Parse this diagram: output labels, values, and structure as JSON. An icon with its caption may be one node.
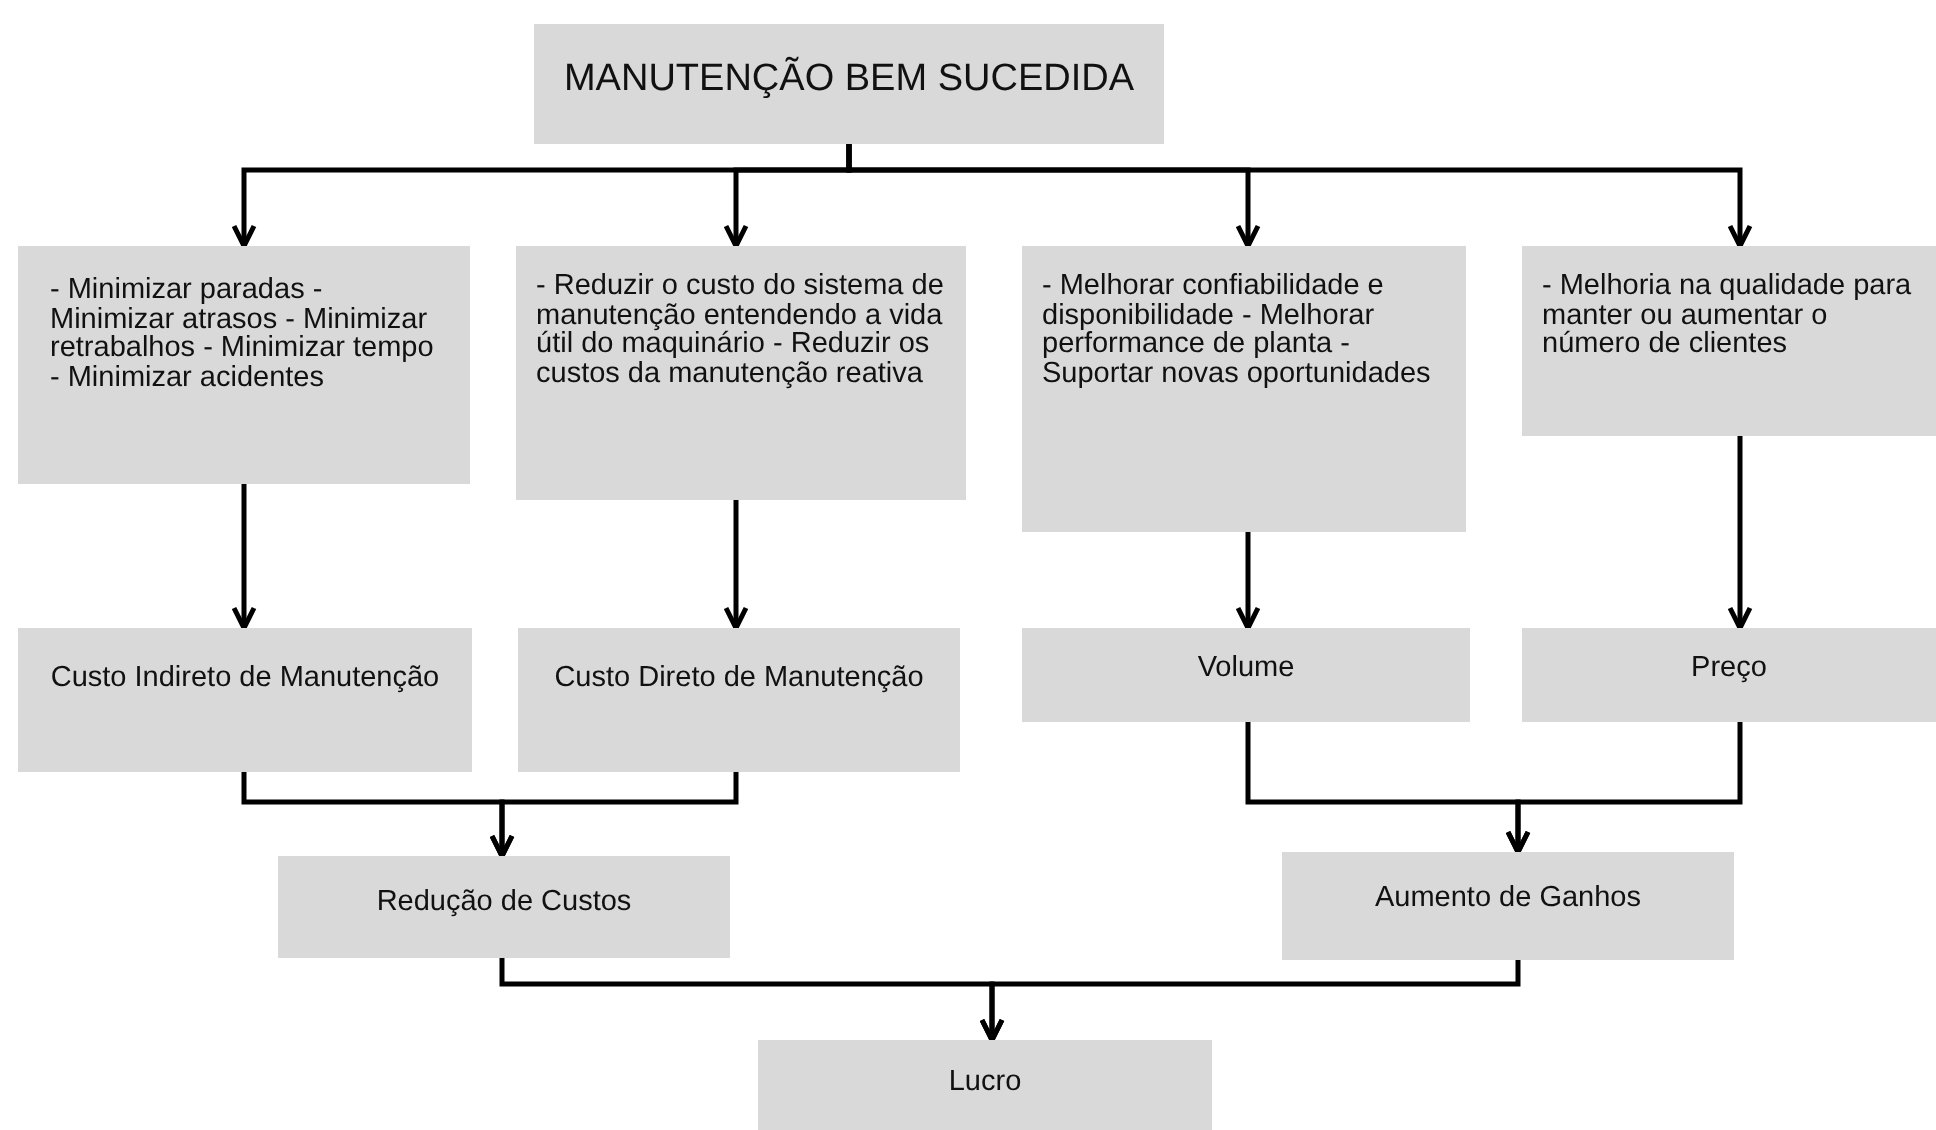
{
  "diagram": {
    "nodes": [
      {
        "text": [
          "MANUTENÇÃO BEM SUCEDIDA"
        ]
      },
      {
        "text": [
          "- Minimizar paradas - Minimizar atrasos - Minimizar retrabalhos - Minimizar tempo - Minimizar acidentes"
        ]
      },
      {
        "text": [
          "- Reduzir o custo do sistema de manutenção entendendo a vida útil do maquinário - Reduzir os custos da manutenção reativa"
        ]
      },
      {
        "text": [
          "- Melhorar confiabilidade e disponibilidade - Melhorar performance de planta - Suportar novas oportunidades"
        ]
      },
      {
        "text": [
          "- Melhoria na qualidade para manter ou aumentar o número de clientes"
        ]
      },
      {
        "text": [
          "Custo Indireto de Manutenção"
        ]
      },
      {
        "text": [
          "Custo Direto de Manutenção"
        ]
      },
      {
        "text": [
          "Volume"
        ]
      },
      {
        "text": [
          "Preço"
        ]
      },
      {
        "text": [
          "Redução de Custos"
        ]
      },
      {
        "text": [
          "Aumento de Ganhos"
        ]
      },
      {
        "text": [
          "Lucro"
        ]
      }
    ],
    "edges": [
      {
        "from": 0,
        "to": 1,
        "arrow": "to"
      },
      {
        "from": 0,
        "to": 2,
        "arrow": "to"
      },
      {
        "from": 0,
        "to": 3,
        "arrow": "to"
      },
      {
        "from": 0,
        "to": 4,
        "arrow": "to"
      },
      {
        "from": 1,
        "to": 5,
        "arrow": "to"
      },
      {
        "from": 2,
        "to": 6,
        "arrow": "to"
      },
      {
        "from": 3,
        "to": 7,
        "arrow": "to"
      },
      {
        "from": 4,
        "to": 8,
        "arrow": "to"
      },
      {
        "from": 5,
        "to": 9,
        "arrow": "to"
      },
      {
        "from": 6,
        "to": 9,
        "arrow": "to"
      },
      {
        "from": 7,
        "to": 10,
        "arrow": "to"
      },
      {
        "from": 8,
        "to": 10,
        "arrow": "to"
      },
      {
        "from": 9,
        "to": 11,
        "arrow": "to"
      },
      {
        "from": 10,
        "to": 11,
        "arrow": "to"
      }
    ]
  }
}
